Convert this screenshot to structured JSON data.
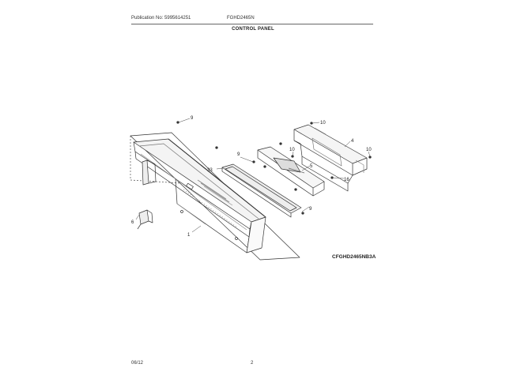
{
  "header": {
    "publication": "Publication No: 5995614251",
    "model": "FGHD2465N",
    "section_title": "CONTROL PANEL"
  },
  "diagram": {
    "code": "CFGHD2465NB3A",
    "callouts": {
      "c_9_top": "9",
      "c_10_top": "10",
      "c_4": "4",
      "c_10_right": "10",
      "c_10_mid": "10",
      "c_9_mid": "9",
      "c_33": "33",
      "c_5": "5",
      "c_16": "16",
      "c_9_low": "9",
      "c_6": "6",
      "c_1": "1"
    }
  },
  "footer": {
    "date": "06/12",
    "page": "2"
  }
}
